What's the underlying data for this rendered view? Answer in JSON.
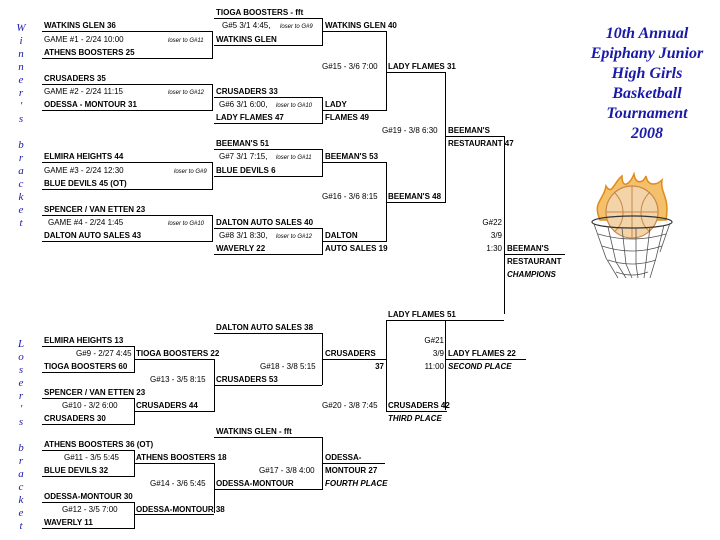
{
  "title": [
    "10th Annual",
    "Epiphany Junior",
    "High Girls",
    "Basketball",
    "Tournament",
    "2008"
  ],
  "side_winners": [
    "W",
    "i",
    "n",
    "n",
    "e",
    "r",
    "'",
    "s",
    "",
    "b",
    "r",
    "a",
    "c",
    "k",
    "e",
    "t"
  ],
  "side_losers": [
    "L",
    "o",
    "s",
    "e",
    "r",
    "'",
    "s",
    "",
    "b",
    "r",
    "a",
    "c",
    "k",
    "e",
    "t"
  ],
  "w": {
    "g1_team1": "WATKINS GLEN  36",
    "g1_info": "GAME #1 - 2/24  10:00",
    "g1_loser": "loser to G#11",
    "g1_team2": "ATHENS BOOSTERS  25",
    "g2_team1": "CRUSADERS  35",
    "g2_info": "GAME #2 - 2/24  11:15",
    "g2_loser": "loser to G#12",
    "g2_team2": "ODESSA - MONTOUR  31",
    "g3_team1": "ELMIRA HEIGHTS  44",
    "g3_info": "GAME #3 - 2/24  12:30",
    "g3_loser": "loser to G#9",
    "g3_team2": "BLUE DEVILS 45  (OT)",
    "g4_team1": "SPENCER / VAN ETTEN  23",
    "g4_info": "GAME #4 - 2/24  1:45",
    "g4_loser": "loser to G#10",
    "g4_team2": "DALTON AUTO SALES  43",
    "g5_team1": "TIOGA BOOSTERS - fft",
    "g5_info": "G#5 3/1  4:45,",
    "g5_loser": "loser to G#9",
    "g5_team2": "WATKINS GLEN",
    "g5_winner": "WATKINS GLEN 40",
    "g6_team1": "CRUSADERS 33",
    "g6_info": "G#6 3/1  6:00,",
    "g6_loser": "loser to G#10",
    "g6_team2": "LADY FLAMES 47",
    "g6_winner_a": "LADY",
    "g6_winner_b": "FLAMES 49",
    "g7_team1": "BEEMAN'S 51",
    "g7_info": "G#7 3/1  7:15,",
    "g7_loser": "loser to G#11",
    "g7_team2": "BLUE DEVILS 6",
    "g7_winner": "BEEMAN'S 53",
    "g8_team1": "DALTON AUTO SALES 40",
    "g8_info": "G#8 3/1  8:30,",
    "g8_loser": "loser to G#12",
    "g8_team2": "WAVERLY 22",
    "g8_winner_a": "DALTON",
    "g8_winner_b": "AUTO SALES 19",
    "g15_info": "G#15 - 3/6  7:00",
    "g15_winner": "LADY FLAMES 31",
    "g16_info": "G#16 - 3/6  8:15",
    "g16_winner": "BEEMAN'S 48",
    "g19_info": "G#19 - 3/8  6:30",
    "g19_winner_a": "BEEMAN'S",
    "g19_winner_b": "RESTAURANT  47",
    "g22_a": "G#22",
    "g22_b": "3/9",
    "g22_c": "1:30",
    "champ_a": "BEEMAN'S",
    "champ_b": "RESTAURANT",
    "champ_c": "CHAMPIONS"
  },
  "l": {
    "g21_team1": "LADY FLAMES 51",
    "g21_a": "G#21",
    "g21_b": "3/9",
    "g21_c": "11:00",
    "g21_winner": "LADY FLAMES 22",
    "g21_place": "SECOND PLACE",
    "g13_team1": "DALTON AUTO SALES 38",
    "g9_team1": "ELMIRA HEIGHTS 13",
    "g9_info": "G#9 - 2/27  4:45",
    "g9_winner": "TIOGA BOOSTERS 22",
    "g9_team2": "TIOGA BOOSTERS 60",
    "g13_info": "G#13 - 3/5  8:15",
    "g13_winner": "CRUSADERS 53",
    "g18_winner_a": "CRUSADERS",
    "g18_winner_b": "37",
    "g18_info": "G#18 - 3/8  5:15",
    "g10_team1": "SPENCER / VAN ETTEN 23",
    "g10_info": "G#10 - 3/2  6:00",
    "g10_winner": "CRUSADERS 44",
    "g10_team2": "CRUSADERS 30",
    "g20_info": "G#20 - 3/8  7:45",
    "g20_winner": "CRUSADERS 42",
    "g20_place": "THIRD PLACE",
    "g14_team1": "WATKINS GLEN - fft",
    "g11_team1": "ATHENS BOOSTERS 36 (OT)",
    "g11_info": "G#11 - 3/5  5:45",
    "g11_winner": "ATHENS BOOSTERS 18",
    "g11_team2": "BLUE DEVILS 32",
    "g17_winner_a": "ODESSA-",
    "g17_winner_b": "MONTOUR  27",
    "g17_info": "G#17 - 3/8  4:00",
    "g17_place": "FOURTH PLACE",
    "g14_info": "G#14 - 3/6  5:45",
    "g14_winner": "ODESSA-MONTOUR",
    "g12_team1": "ODESSA-MONTOUR 30",
    "g12_info": "G#12 - 3/5  7:00",
    "g12_winner": "ODESSA-MONTOUR 38",
    "g12_team2": "WAVERLY 11"
  }
}
